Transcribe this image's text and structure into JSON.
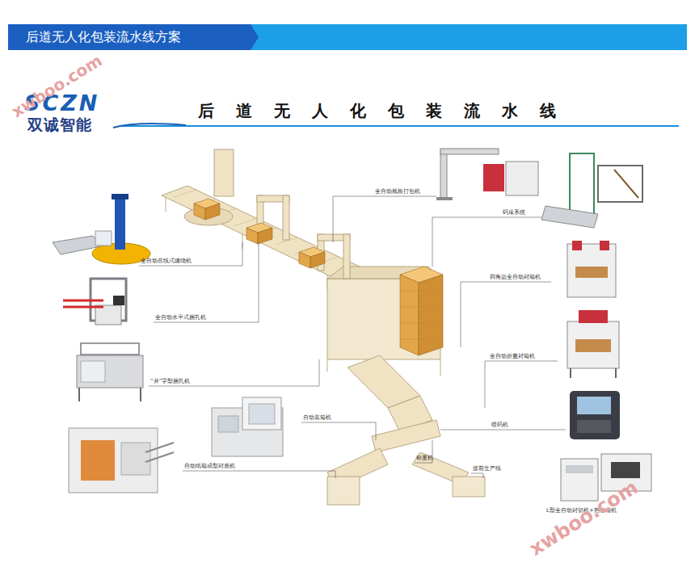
{
  "diagram": {
    "title": "后道无人化包装流水线",
    "nodes": [
      {
        "text": [
          "后道无人化包装流水线方案"
        ]
      }
    ],
    "labels": [
      "SCZN",
      "双诚智能",
      "全自动在线式缠绕机",
      "全自动水平式捆扎机",
      "“井”字型捆扎机",
      "自动纸箱成型封底机",
      "自动装箱机",
      "称重机",
      "接前生产线",
      "全自动栈板打包机",
      "码垛系统",
      "四角边全自动封箱机",
      "全自动折盖封箱机",
      "喷码机",
      "L型全自动封切机+热收缩机",
      "xwboo.com",
      "xwboo.com"
    ]
  }
}
